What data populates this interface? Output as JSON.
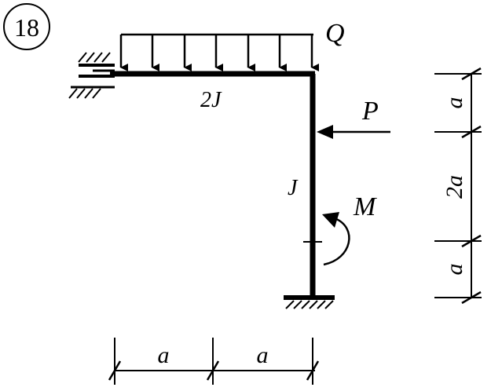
{
  "figure_number": "18",
  "loads": {
    "distributed": "Q",
    "point": "P",
    "moment": "M"
  },
  "stiffness": {
    "beam": "2J",
    "column": "J"
  },
  "dimensions": {
    "horizontal": [
      "a",
      "a"
    ],
    "vertical": [
      "a",
      "2a",
      "a"
    ]
  },
  "colors": {
    "ink": "#000000",
    "background": "#ffffff"
  }
}
